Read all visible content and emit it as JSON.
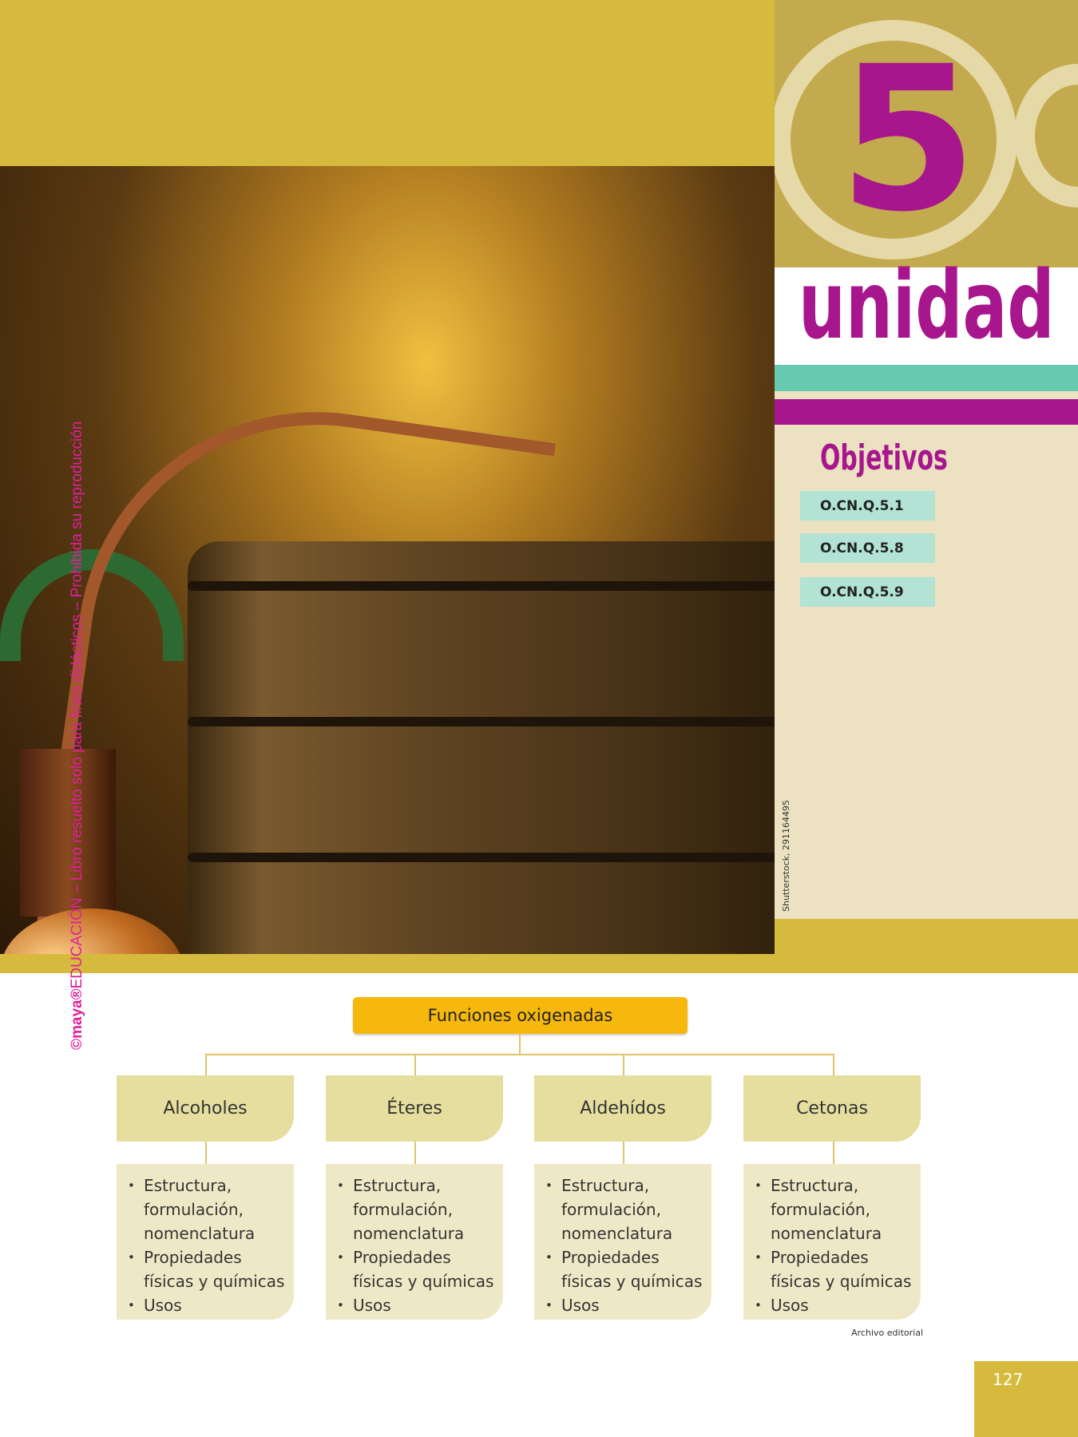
{
  "unit": {
    "number": "5",
    "label": "unidad"
  },
  "objectives": {
    "title": "Objetivos",
    "items": [
      "O.CN.Q.5.1",
      "O.CN.Q.5.8",
      "O.CN.Q.5.9"
    ]
  },
  "photo_credit": "Shutterstock, 291164495",
  "watermark": {
    "brand": "©maya®",
    "text": "EDUCACIÓN – Libro resuelto solo para fines didácticos – Prohibida su reproducción"
  },
  "diagram": {
    "root": "Funciones oxigenadas",
    "categories": [
      {
        "name": "Alcoholes",
        "items": [
          "Estructura, formulación, nomenclatura",
          "Propiedades físicas y químicas",
          "Usos"
        ]
      },
      {
        "name": "Éteres",
        "items": [
          "Estructura, formulación, nomenclatura",
          "Propiedades físicas y químicas",
          "Usos"
        ]
      },
      {
        "name": "Aldehídos",
        "items": [
          "Estructura, formulación, nomenclatura",
          "Propiedades físicas y químicas",
          "Usos"
        ]
      },
      {
        "name": "Cetonas",
        "items": [
          "Estructura, formulación, nomenclatura",
          "Propiedades físicas y químicas",
          "Usos"
        ]
      }
    ],
    "credit": "Archivo editorial"
  },
  "page_number": "127",
  "colors": {
    "gold": "#d6ba3e",
    "magenta": "#a8168e",
    "teal": "#66cab0",
    "orange": "#f6b80c"
  }
}
